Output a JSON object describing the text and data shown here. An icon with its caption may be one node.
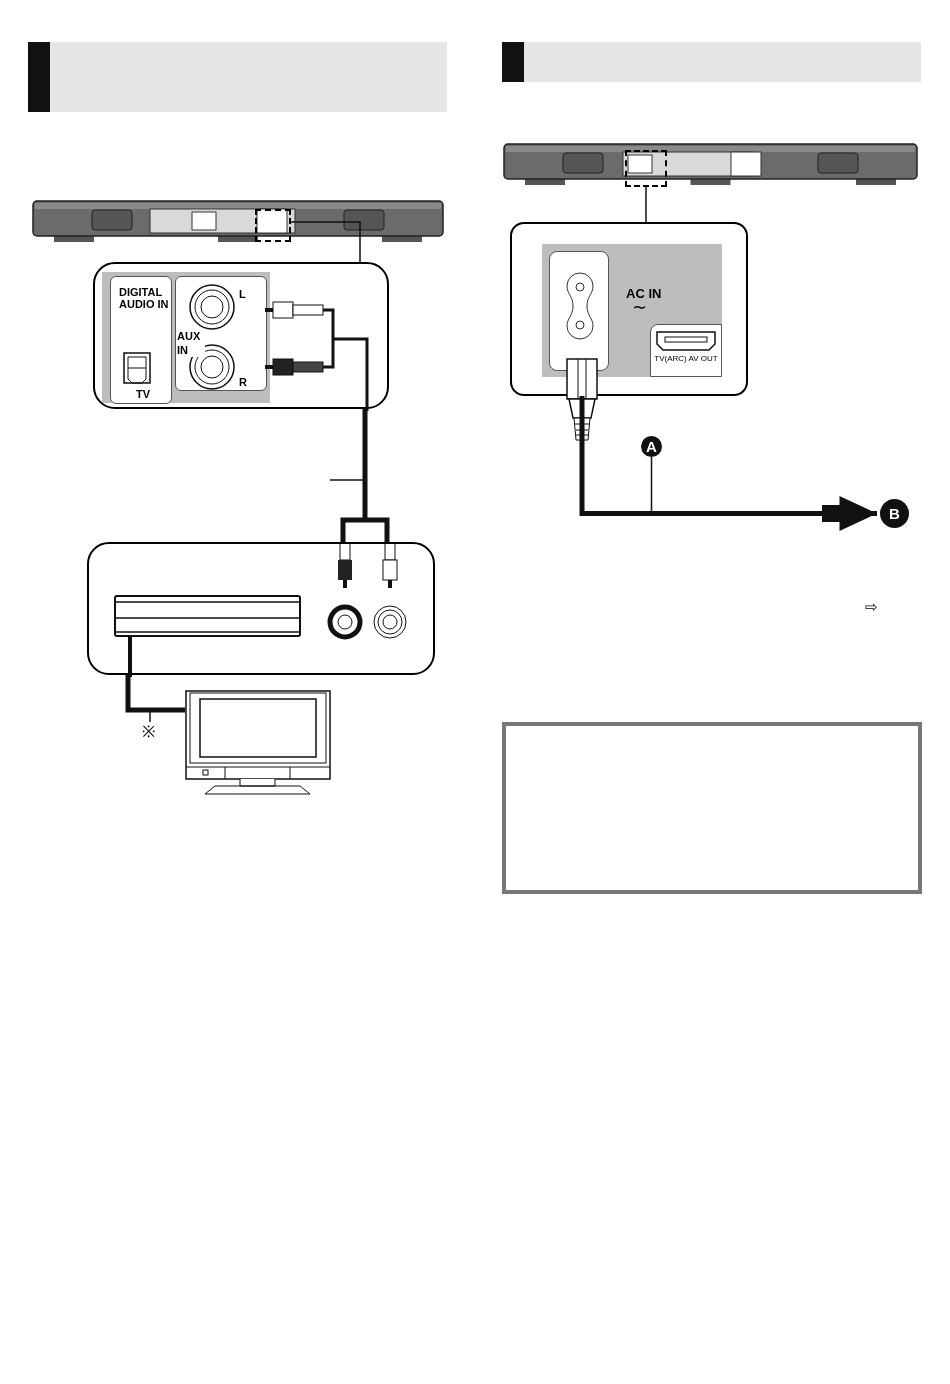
{
  "diagram": {
    "nodes": [
      {
        "text": [],
        "shape": "box"
      },
      {
        "text": [
          "DIGITAL AUDIO IN",
          "TV",
          "AUX IN",
          "L",
          "R"
        ]
      },
      {
        "text": [],
        "shape": "box"
      },
      {
        "text": [],
        "shape": "picture"
      },
      {
        "text": [
          "※"
        ]
      },
      {
        "text": [],
        "shape": "box"
      },
      {
        "text": [
          "AC IN",
          "∼",
          "TV(ARC) AV OUT"
        ]
      },
      {
        "text": [
          "B"
        ]
      },
      {
        "text": [
          "A"
        ]
      },
      {
        "text": [],
        "shape": "box"
      }
    ],
    "edges": [
      {
        "from": 0,
        "to": 1,
        "arrow": "none"
      },
      {
        "from": 1,
        "to": 2,
        "arrow": "none",
        "style": "thick"
      },
      {
        "from": 2,
        "to": 3,
        "arrow": "none",
        "style": "thick"
      },
      {
        "from": 4,
        "to": null,
        "arrow": "none"
      },
      {
        "from": 5,
        "to": 6,
        "arrow": "none"
      },
      {
        "from": 6,
        "to": 7,
        "arrow": "to",
        "style": "thick"
      },
      {
        "from": 8,
        "to": null,
        "arrow": "none"
      }
    ],
    "labels": [
      "⇨"
    ]
  }
}
